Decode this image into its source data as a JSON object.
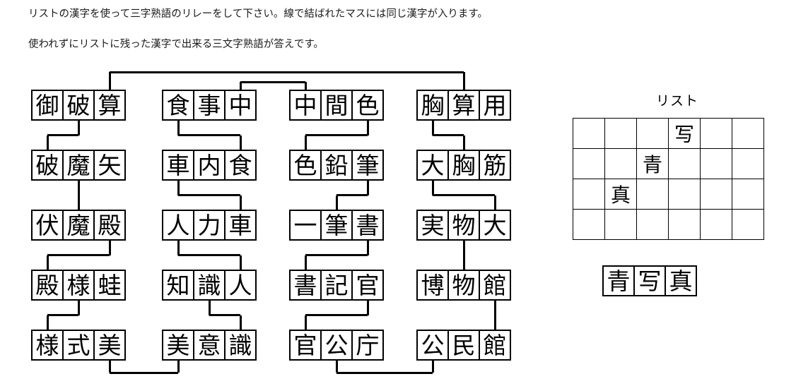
{
  "instructions": {
    "line1": "リストの漢字を使って三字熟語のリレーをして下さい。線で結ばれたマスには同じ漢字が入ります。",
    "line2": "使われずにリストに残った漢字で出来る三文字熟語が答えです。"
  },
  "puzzle": {
    "columns": [
      {
        "id": "column-1",
        "words": [
          {
            "id": "word-1-1",
            "chars": [
              "御",
              "破",
              "算"
            ]
          },
          {
            "id": "word-1-2",
            "chars": [
              "破",
              "魔",
              "矢"
            ]
          },
          {
            "id": "word-1-3",
            "chars": [
              "伏",
              "魔",
              "殿"
            ]
          },
          {
            "id": "word-1-4",
            "chars": [
              "殿",
              "様",
              "蛙"
            ]
          },
          {
            "id": "word-1-5",
            "chars": [
              "様",
              "式",
              "美"
            ]
          }
        ]
      },
      {
        "id": "column-2",
        "words": [
          {
            "id": "word-2-1",
            "chars": [
              "食",
              "事",
              "中"
            ]
          },
          {
            "id": "word-2-2",
            "chars": [
              "車",
              "内",
              "食"
            ]
          },
          {
            "id": "word-2-3",
            "chars": [
              "人",
              "力",
              "車"
            ]
          },
          {
            "id": "word-2-4",
            "chars": [
              "知",
              "識",
              "人"
            ]
          },
          {
            "id": "word-2-5",
            "chars": [
              "美",
              "意",
              "識"
            ]
          }
        ]
      },
      {
        "id": "column-3",
        "words": [
          {
            "id": "word-3-1",
            "chars": [
              "中",
              "間",
              "色"
            ]
          },
          {
            "id": "word-3-2",
            "chars": [
              "色",
              "鉛",
              "筆"
            ]
          },
          {
            "id": "word-3-3",
            "chars": [
              "一",
              "筆",
              "書"
            ]
          },
          {
            "id": "word-3-4",
            "chars": [
              "書",
              "記",
              "官"
            ]
          },
          {
            "id": "word-3-5",
            "chars": [
              "官",
              "公",
              "庁"
            ]
          }
        ]
      },
      {
        "id": "column-4",
        "words": [
          {
            "id": "word-4-1",
            "chars": [
              "胸",
              "算",
              "用"
            ]
          },
          {
            "id": "word-4-2",
            "chars": [
              "大",
              "胸",
              "筋"
            ]
          },
          {
            "id": "word-4-3",
            "chars": [
              "実",
              "物",
              "大"
            ]
          },
          {
            "id": "word-4-4",
            "chars": [
              "博",
              "物",
              "館"
            ]
          },
          {
            "id": "word-4-5",
            "chars": [
              "公",
              "民",
              "館"
            ]
          }
        ]
      }
    ]
  },
  "list": {
    "title": "リスト",
    "rows": [
      [
        "",
        "",
        "",
        "写",
        "",
        ""
      ],
      [
        "",
        "",
        "青",
        "",
        "",
        ""
      ],
      [
        "",
        "真",
        "",
        "",
        "",
        ""
      ],
      [
        "",
        "",
        "",
        "",
        "",
        ""
      ]
    ]
  },
  "answer": {
    "chars": [
      "青",
      "写",
      "真"
    ]
  },
  "colors": {
    "ink": "#000000",
    "paper": "#ffffff"
  }
}
